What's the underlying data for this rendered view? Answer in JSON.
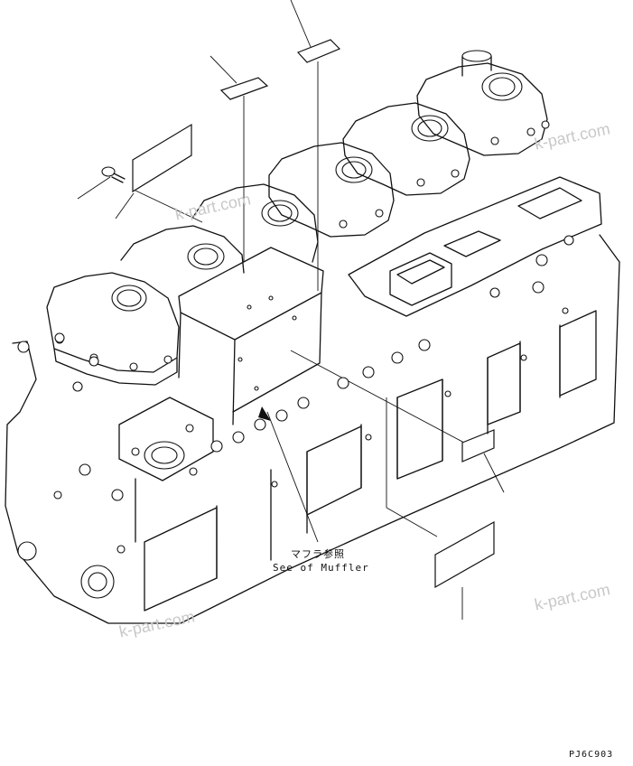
{
  "callout": {
    "jp": "マフラ参照",
    "en": "See of Muffler"
  },
  "drawing_code": "PJ6C903",
  "watermarks": [
    "k-part.com",
    "k-part.com",
    "k-part.com",
    "k-part.com"
  ]
}
